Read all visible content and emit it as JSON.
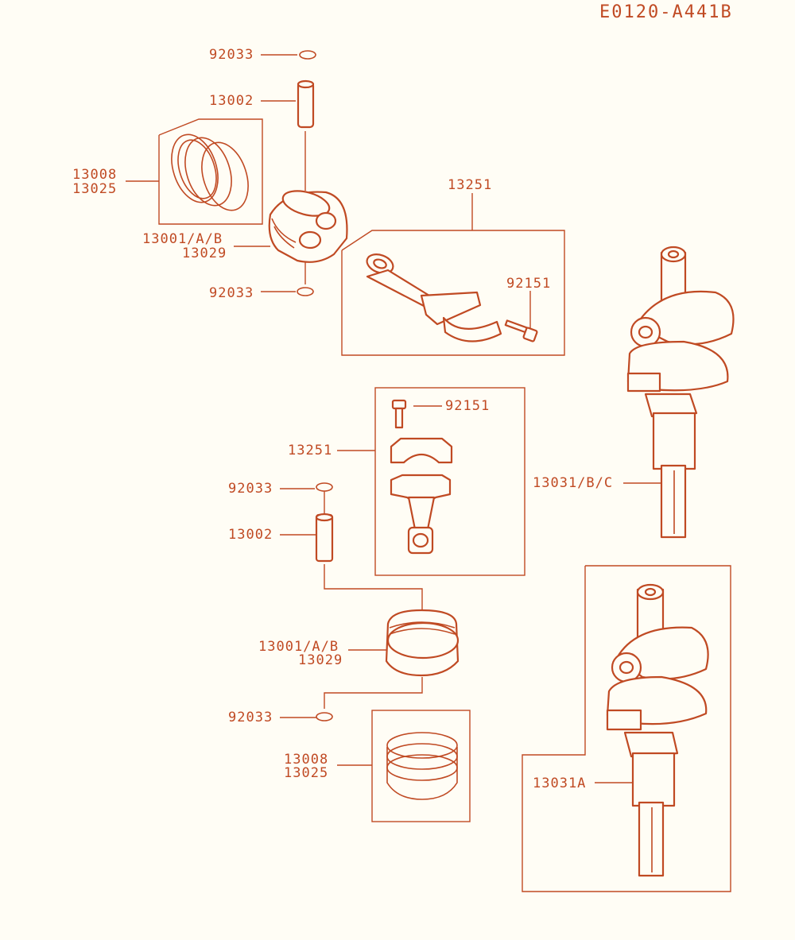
{
  "diagram_code": "E0120-A441B",
  "labels": {
    "a_92033_top": "92033",
    "a_13002": "13002",
    "a_13008": "13008",
    "a_13025": "13025",
    "a_13001": "13001/A/B",
    "a_13029": "13029",
    "a_92033_bot": "92033",
    "b_13251": "13251",
    "b_92151": "92151",
    "c_92151": "92151",
    "c_13251": "13251",
    "d_92033_top": "92033",
    "d_13002": "13002",
    "d_13001": "13001/A/B",
    "d_13029": "13029",
    "d_92033_bot": "92033",
    "d_13008": "13008",
    "d_13025": "13025",
    "e_13031": "13031/B/C",
    "f_13031a": "13031A"
  },
  "colors": {
    "line": "#c04a23",
    "background": "#fffdf5"
  }
}
